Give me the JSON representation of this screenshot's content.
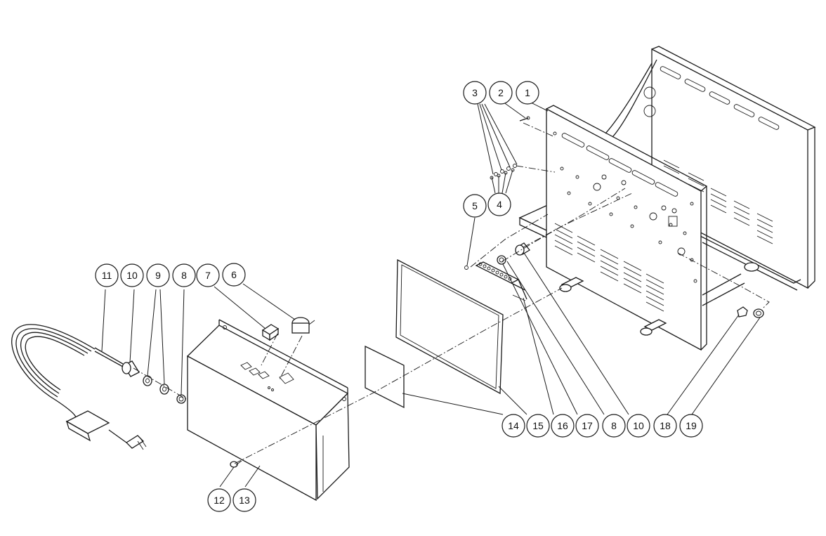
{
  "callouts": [
    {
      "id": "c1",
      "label": "1"
    },
    {
      "id": "c2",
      "label": "2"
    },
    {
      "id": "c3",
      "label": "3"
    },
    {
      "id": "c4",
      "label": "4"
    },
    {
      "id": "c5",
      "label": "5"
    },
    {
      "id": "c6",
      "label": "6"
    },
    {
      "id": "c7",
      "label": "7"
    },
    {
      "id": "c8a",
      "label": "8"
    },
    {
      "id": "c9",
      "label": "9"
    },
    {
      "id": "c10a",
      "label": "10"
    },
    {
      "id": "c11",
      "label": "11"
    },
    {
      "id": "c12",
      "label": "12"
    },
    {
      "id": "c13",
      "label": "13"
    },
    {
      "id": "c14",
      "label": "14"
    },
    {
      "id": "c15",
      "label": "15"
    },
    {
      "id": "c16",
      "label": "16"
    },
    {
      "id": "c17",
      "label": "17"
    },
    {
      "id": "c8b",
      "label": "8"
    },
    {
      "id": "c10b",
      "label": "10"
    },
    {
      "id": "c18",
      "label": "18"
    },
    {
      "id": "c19",
      "label": "19"
    }
  ]
}
